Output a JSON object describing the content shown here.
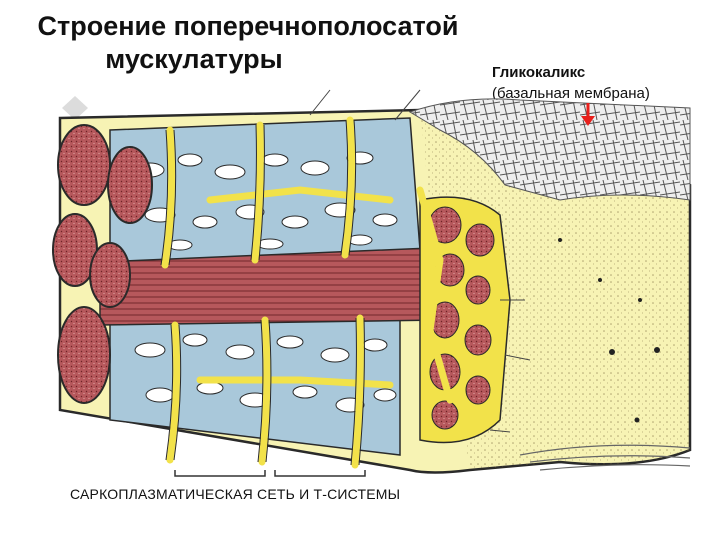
{
  "title": {
    "line1": "Строение поперечнополосатой",
    "line2": "мускулатуры"
  },
  "labels": {
    "glycocalyx": "Гликокаликс",
    "basal_membrane": "(базальная мембрана)"
  },
  "caption": "САРКОПЛАЗМАТИЧЕСКАЯ СЕТЬ И Т-СИСТЕМЫ",
  "colors": {
    "myofibril_red": "#b6585c",
    "sarcoplasmic_blue": "#a9c8da",
    "t_tubule_yellow": "#f2e24a",
    "cytoplasm_yellow": "#f7f3b4",
    "arrow_red": "#e8201c",
    "outline": "#2a2a2a"
  }
}
